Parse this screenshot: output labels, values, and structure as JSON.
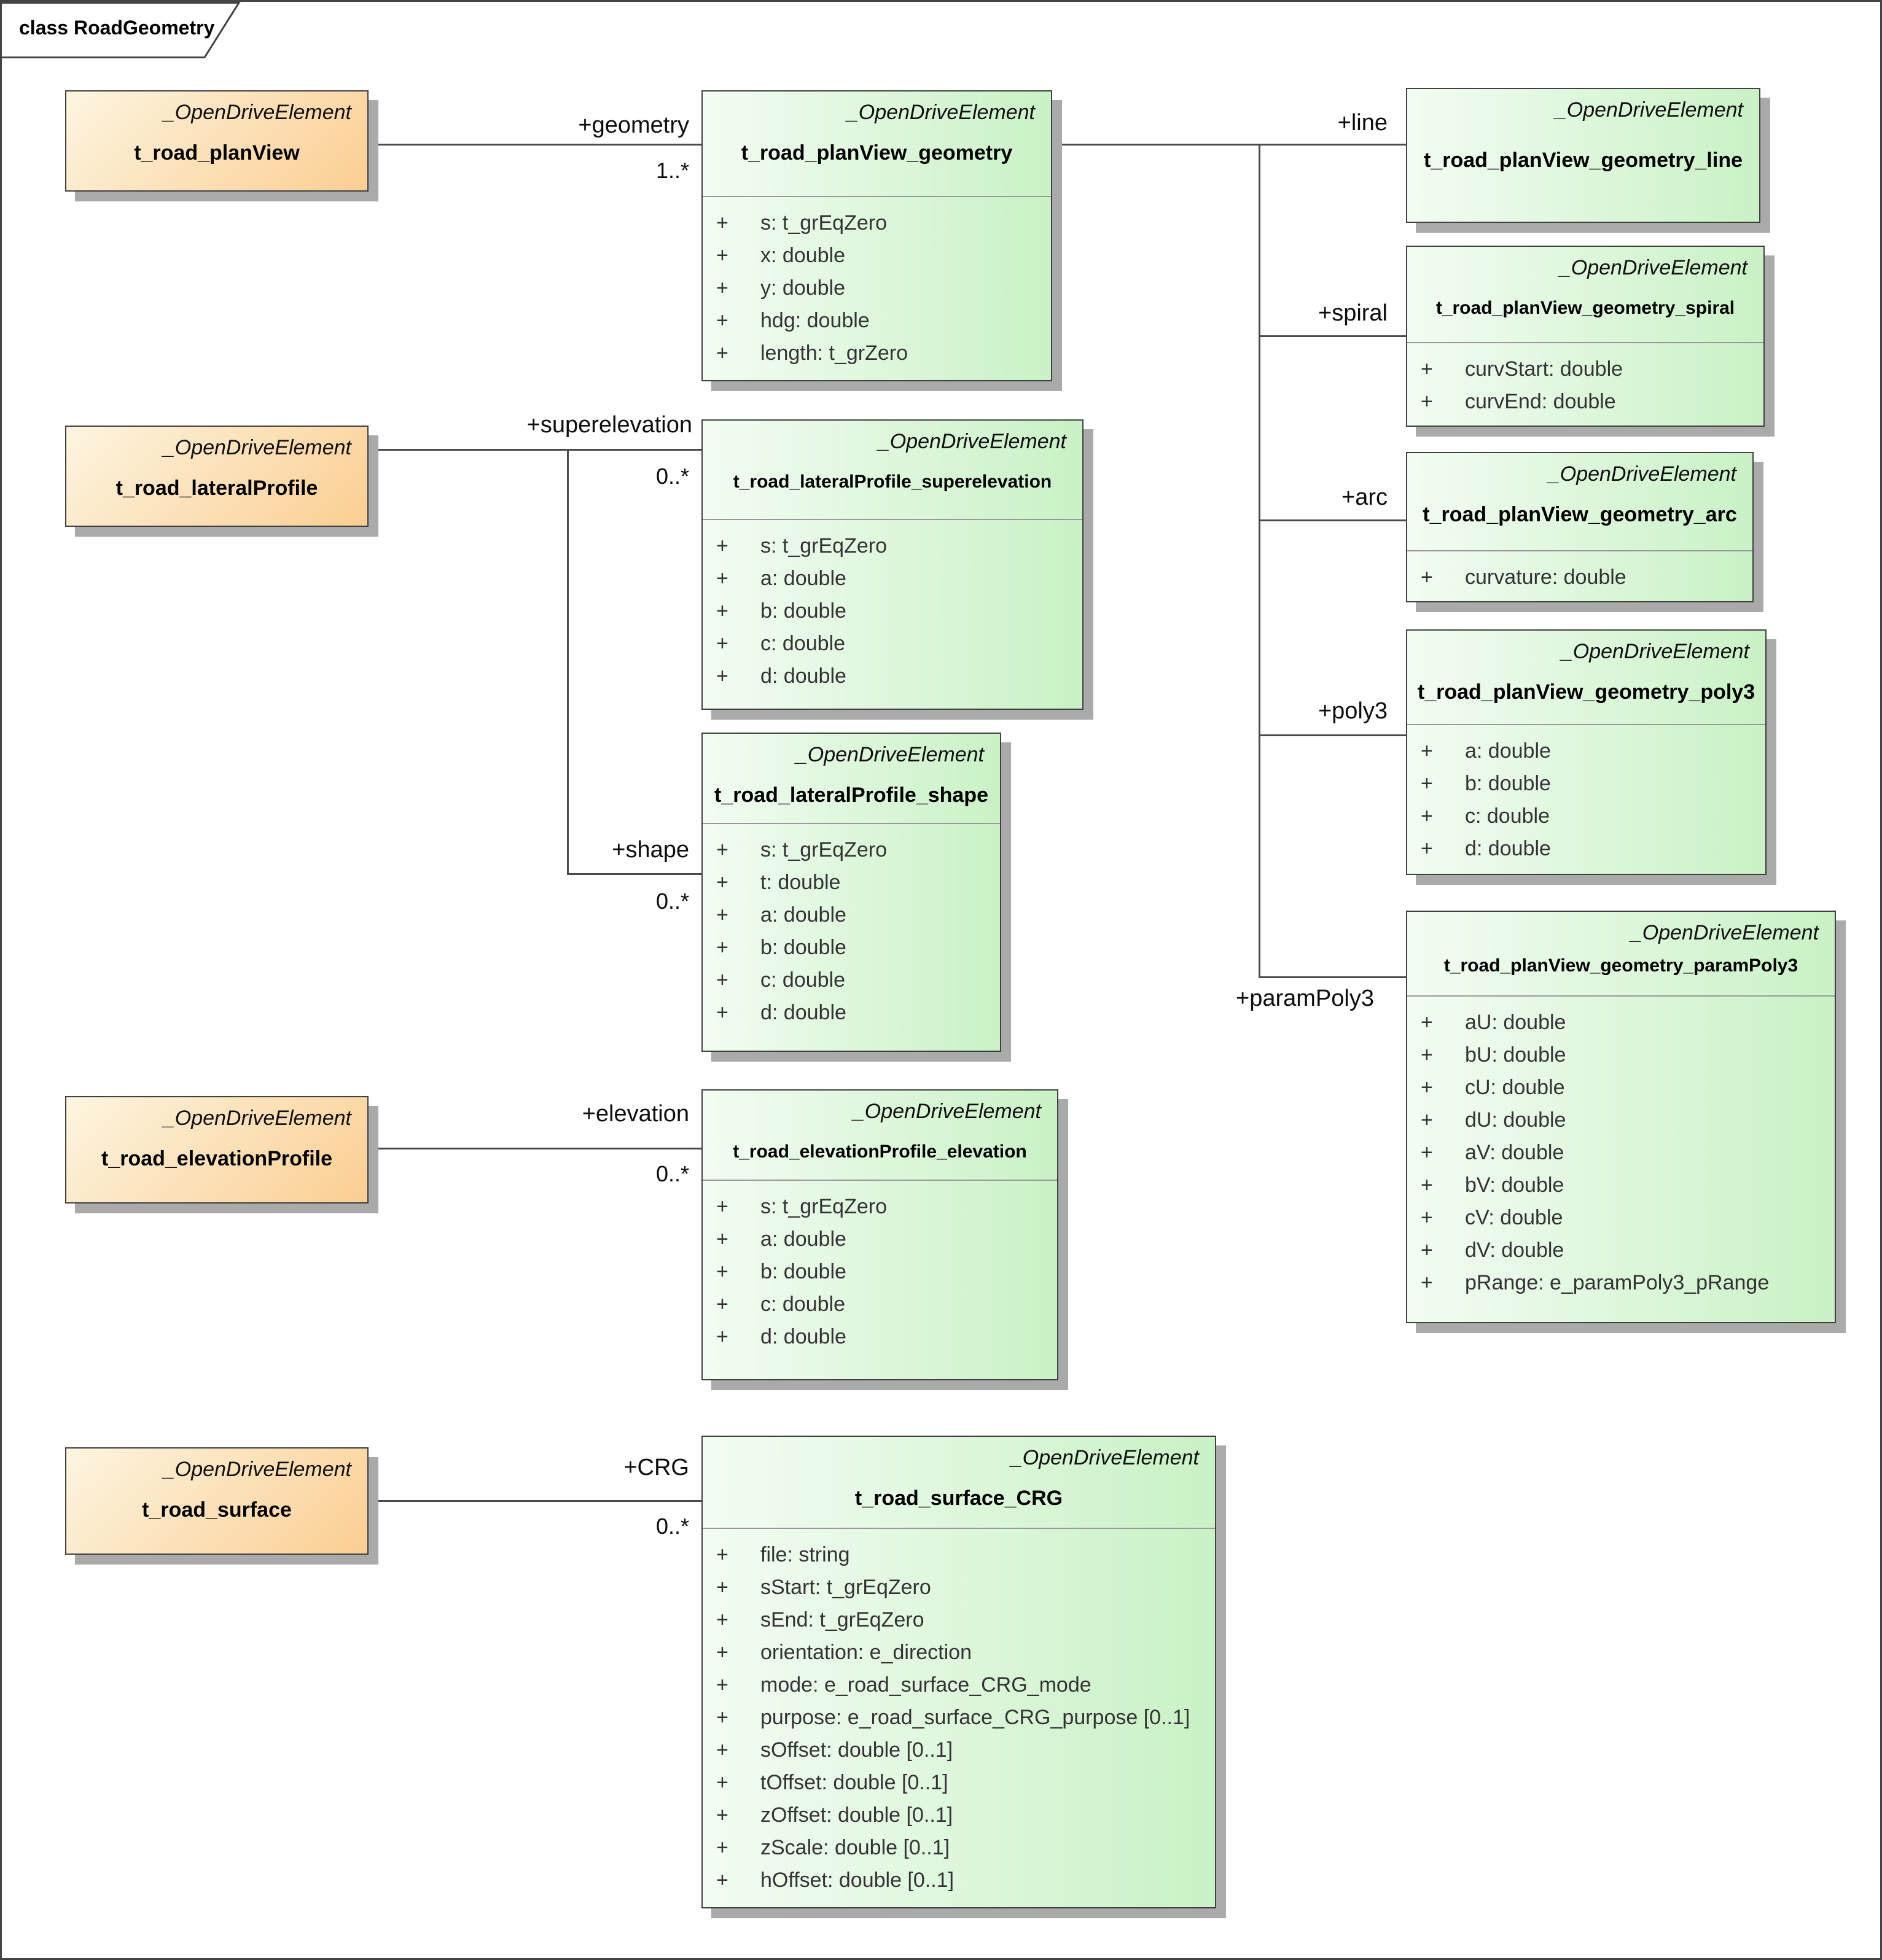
{
  "frame": {
    "title": "class RoadGeometry"
  },
  "colors": {
    "background": "#ffffff",
    "frame_border": "#444444",
    "orange_light": "#fdf5e1",
    "orange_dark": "#fbce92",
    "green_light": "#f3fcf3",
    "green_dark": "#c9f2c5",
    "box_border": "#404040",
    "separator": "#999999",
    "shadow": "#aaaaaa",
    "connector": "#4a4a4a",
    "attr_text": "#333333"
  },
  "classes": {
    "planView": {
      "stereotype": "_OpenDriveElement",
      "name": "t_road_planView"
    },
    "lateralProfile": {
      "stereotype": "_OpenDriveElement",
      "name": "t_road_lateralProfile"
    },
    "elevationProfile": {
      "stereotype": "_OpenDriveElement",
      "name": "t_road_elevationProfile"
    },
    "surface": {
      "stereotype": "_OpenDriveElement",
      "name": "t_road_surface"
    },
    "geometry": {
      "stereotype": "_OpenDriveElement",
      "name": "t_road_planView_geometry",
      "attributes": [
        {
          "vis": "+",
          "text": "s: t_grEqZero"
        },
        {
          "vis": "+",
          "text": "x: double"
        },
        {
          "vis": "+",
          "text": "y: double"
        },
        {
          "vis": "+",
          "text": "hdg: double"
        },
        {
          "vis": "+",
          "text": "length: t_grZero"
        }
      ]
    },
    "line": {
      "stereotype": "_OpenDriveElement",
      "name": "t_road_planView_geometry_line"
    },
    "spiral": {
      "stereotype": "_OpenDriveElement",
      "name": "t_road_planView_geometry_spiral",
      "attributes": [
        {
          "vis": "+",
          "text": "curvStart: double"
        },
        {
          "vis": "+",
          "text": "curvEnd: double"
        }
      ]
    },
    "arc": {
      "stereotype": "_OpenDriveElement",
      "name": "t_road_planView_geometry_arc",
      "attributes": [
        {
          "vis": "+",
          "text": "curvature: double"
        }
      ]
    },
    "poly3": {
      "stereotype": "_OpenDriveElement",
      "name": "t_road_planView_geometry_poly3",
      "attributes": [
        {
          "vis": "+",
          "text": "a: double"
        },
        {
          "vis": "+",
          "text": "b: double"
        },
        {
          "vis": "+",
          "text": "c: double"
        },
        {
          "vis": "+",
          "text": "d: double"
        }
      ]
    },
    "paramPoly3": {
      "stereotype": "_OpenDriveElement",
      "name": "t_road_planView_geometry_paramPoly3",
      "attributes": [
        {
          "vis": "+",
          "text": "aU: double"
        },
        {
          "vis": "+",
          "text": "bU: double"
        },
        {
          "vis": "+",
          "text": "cU: double"
        },
        {
          "vis": "+",
          "text": "dU: double"
        },
        {
          "vis": "+",
          "text": "aV: double"
        },
        {
          "vis": "+",
          "text": "bV: double"
        },
        {
          "vis": "+",
          "text": "cV: double"
        },
        {
          "vis": "+",
          "text": "dV: double"
        },
        {
          "vis": "+",
          "text": "pRange: e_paramPoly3_pRange"
        }
      ]
    },
    "superelevation": {
      "stereotype": "_OpenDriveElement",
      "name": "t_road_lateralProfile_superelevation",
      "attributes": [
        {
          "vis": "+",
          "text": "s: t_grEqZero"
        },
        {
          "vis": "+",
          "text": "a: double"
        },
        {
          "vis": "+",
          "text": "b: double"
        },
        {
          "vis": "+",
          "text": "c: double"
        },
        {
          "vis": "+",
          "text": "d: double"
        }
      ]
    },
    "shape": {
      "stereotype": "_OpenDriveElement",
      "name": "t_road_lateralProfile_shape",
      "attributes": [
        {
          "vis": "+",
          "text": "s: t_grEqZero"
        },
        {
          "vis": "+",
          "text": "t: double"
        },
        {
          "vis": "+",
          "text": "a: double"
        },
        {
          "vis": "+",
          "text": "b: double"
        },
        {
          "vis": "+",
          "text": "c: double"
        },
        {
          "vis": "+",
          "text": "d: double"
        }
      ]
    },
    "elevation": {
      "stereotype": "_OpenDriveElement",
      "name": "t_road_elevationProfile_elevation",
      "attributes": [
        {
          "vis": "+",
          "text": "s: t_grEqZero"
        },
        {
          "vis": "+",
          "text": "a: double"
        },
        {
          "vis": "+",
          "text": "b: double"
        },
        {
          "vis": "+",
          "text": "c: double"
        },
        {
          "vis": "+",
          "text": "d: double"
        }
      ]
    },
    "CRG": {
      "stereotype": "_OpenDriveElement",
      "name": "t_road_surface_CRG",
      "attributes": [
        {
          "vis": "+",
          "text": "file: string"
        },
        {
          "vis": "+",
          "text": "sStart: t_grEqZero"
        },
        {
          "vis": "+",
          "text": "sEnd: t_grEqZero"
        },
        {
          "vis": "+",
          "text": "orientation: e_direction"
        },
        {
          "vis": "+",
          "text": "mode: e_road_surface_CRG_mode"
        },
        {
          "vis": "+",
          "text": "purpose: e_road_surface_CRG_purpose [0..1]"
        },
        {
          "vis": "+",
          "text": "sOffset: double [0..1]"
        },
        {
          "vis": "+",
          "text": "tOffset: double [0..1]"
        },
        {
          "vis": "+",
          "text": "zOffset: double [0..1]"
        },
        {
          "vis": "+",
          "text": "zScale: double [0..1]"
        },
        {
          "vis": "+",
          "text": "hOffset: double [0..1]"
        }
      ]
    }
  },
  "associations": {
    "geometry": {
      "role": "+geometry",
      "multiplicity": "1..*"
    },
    "line": {
      "role": "+line"
    },
    "spiral": {
      "role": "+spiral"
    },
    "arc": {
      "role": "+arc"
    },
    "poly3": {
      "role": "+poly3"
    },
    "paramPoly3": {
      "role": "+paramPoly3"
    },
    "superelevation": {
      "role": "+superelevation",
      "multiplicity": "0..*"
    },
    "shape": {
      "role": "+shape",
      "multiplicity": "0..*"
    },
    "elevation": {
      "role": "+elevation",
      "multiplicity": "0..*"
    },
    "CRG": {
      "role": "+CRG",
      "multiplicity": "0..*"
    }
  }
}
